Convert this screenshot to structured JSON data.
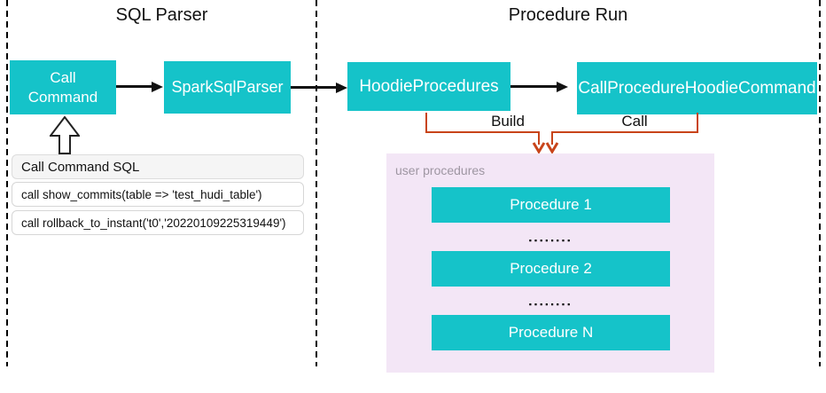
{
  "sections": {
    "sql_parser": {
      "title": "SQL Parser",
      "nodes": {
        "call_command": "Call Command",
        "spark_sql_parser": "SparkSqlParser"
      },
      "sql_panel": {
        "header": "Call Command SQL",
        "rows": [
          "call show_commits(table => 'test_hudi_table')",
          "call rollback_to_instant('t0','20220109225319449')"
        ]
      }
    },
    "procedure_run": {
      "title": "Procedure Run",
      "nodes": {
        "hoodie_procedures": "HoodieProcedures",
        "call_procedure_hoodie_command": "CallProcedureHoodieCommand"
      },
      "connector_labels": {
        "build": "Build",
        "call": "Call"
      },
      "user_procedures": {
        "label": "user procedures",
        "items": [
          "Procedure 1",
          "Procedure 2",
          "Procedure N"
        ],
        "dots": "▪▪▪▪▪▪▪▪"
      }
    }
  },
  "colors": {
    "node_fill": "#15C3C9",
    "node_text": "#FFFFFF",
    "connector_orange": "#C8441A",
    "panel_pink": "#F3E6F6",
    "muted_label": "#9E96A2",
    "line_black": "#111111"
  }
}
